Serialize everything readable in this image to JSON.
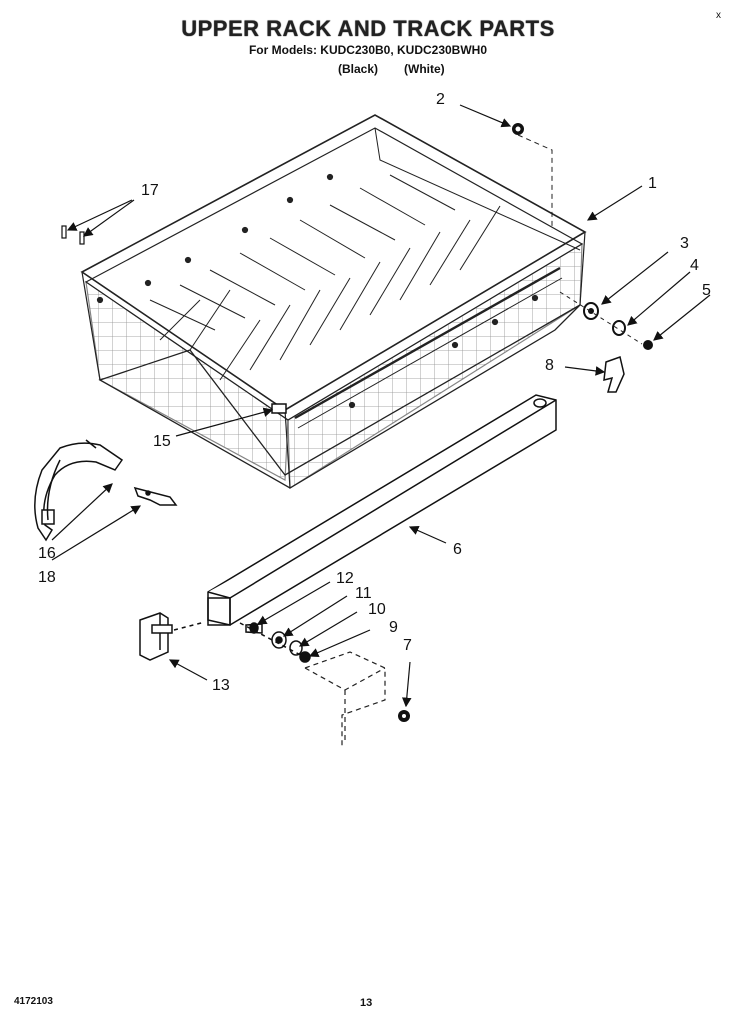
{
  "header": {
    "title": "UPPER RACK AND TRACK PARTS",
    "models_line": "For Models: KUDC230B0, KUDC230BWH0",
    "variant_black": "(Black)",
    "variant_white": "(White)",
    "corner_mark": "x"
  },
  "footer": {
    "part_number": "4172103",
    "page_number": "13"
  },
  "callouts": [
    "1",
    "2",
    "3",
    "4",
    "5",
    "6",
    "7",
    "8",
    "9",
    "10",
    "11",
    "12",
    "13",
    "15",
    "16",
    "17",
    "18"
  ]
}
